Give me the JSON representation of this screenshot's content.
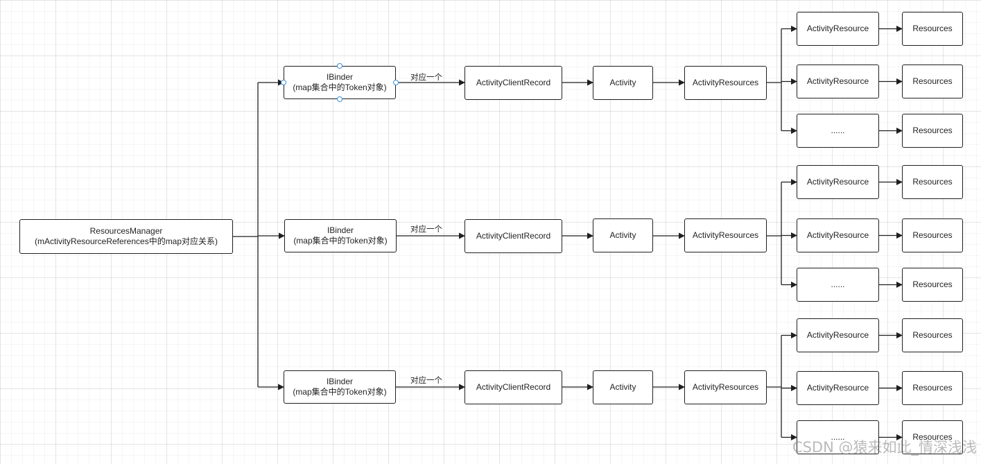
{
  "root": {
    "title": "ResourcesManager",
    "subtitle": "(mActivityResourceReferences中的map对应关系)"
  },
  "rows": [
    {
      "binder_title": "IBinder",
      "binder_subtitle": "(map集合中的Token对象)",
      "edge_label": "对应一个",
      "client_record": "ActivityClientRecord",
      "activity": "Activity",
      "activity_resources": "ActivityResources",
      "branches": [
        {
          "resource": "ActivityResource",
          "target": "Resources"
        },
        {
          "resource": "ActivityResource",
          "target": "Resources"
        },
        {
          "resource": "......",
          "target": "Resources"
        }
      ]
    },
    {
      "binder_title": "IBinder",
      "binder_subtitle": "(map集合中的Token对象)",
      "edge_label": "对应一个",
      "client_record": "ActivityClientRecord",
      "activity": "Activity",
      "activity_resources": "ActivityResources",
      "branches": [
        {
          "resource": "ActivityResource",
          "target": "Resources"
        },
        {
          "resource": "ActivityResource",
          "target": "Resources"
        },
        {
          "resource": "......",
          "target": "Resources"
        }
      ]
    },
    {
      "binder_title": "IBinder",
      "binder_subtitle": "(map集合中的Token对象)",
      "edge_label": "对应一个",
      "client_record": "ActivityClientRecord",
      "activity": "Activity",
      "activity_resources": "ActivityResources",
      "branches": [
        {
          "resource": "ActivityResource",
          "target": "Resources"
        },
        {
          "resource": "ActivityResource",
          "target": "Resources"
        },
        {
          "resource": "......",
          "target": "Resources"
        }
      ]
    }
  ],
  "watermark": "CSDN @猿来如此_情深浅浅"
}
